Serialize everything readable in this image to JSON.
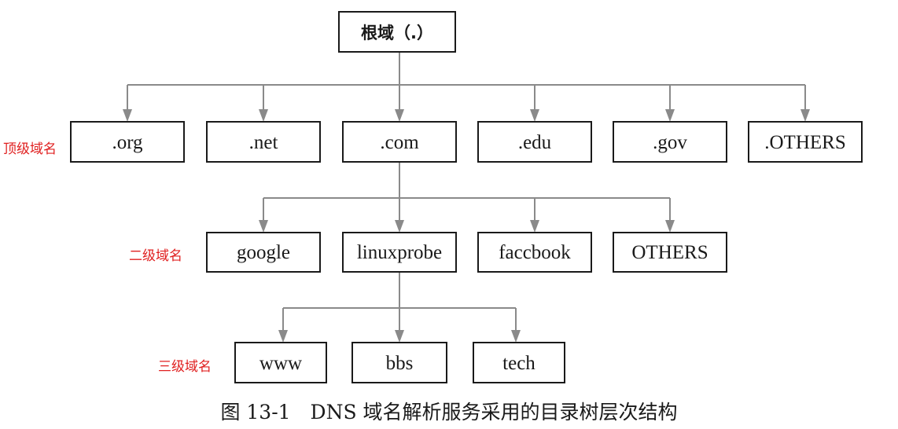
{
  "root": {
    "label": "根域（.）"
  },
  "level_labels": {
    "top": "顶级域名",
    "second": "二级域名",
    "third": "三级域名"
  },
  "top_level": [
    ".org",
    ".net",
    ".com",
    ".edu",
    ".gov",
    ".OTHERS"
  ],
  "second_level": [
    "google",
    "linuxprobe",
    "faccbook",
    "OTHERS"
  ],
  "third_level": [
    "www",
    "bbs",
    "tech"
  ],
  "caption": "图 13-1　DNS 域名解析服务采用的目录树层次结构",
  "colors": {
    "box_stroke": "#1a1a1a",
    "connector": "#8a8a8a",
    "label_red": "#e02020"
  }
}
